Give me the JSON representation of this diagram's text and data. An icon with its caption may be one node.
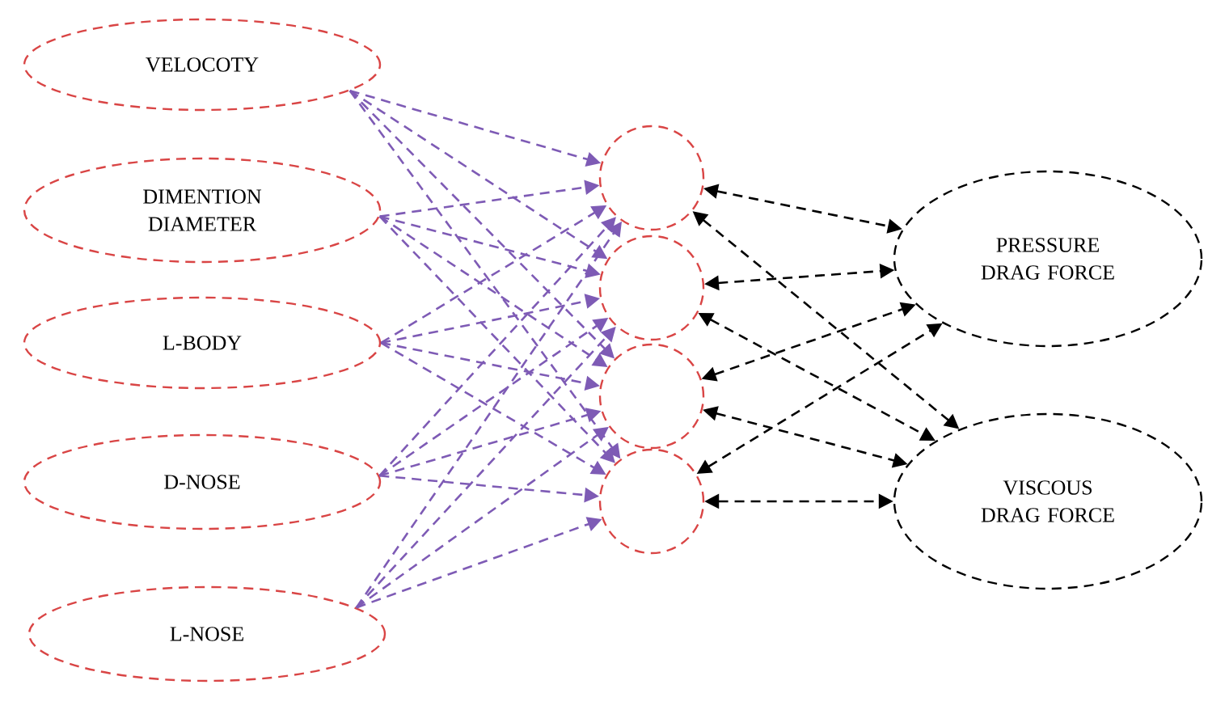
{
  "diagram": {
    "nodes": [
      {
        "text": [
          "VELOCOTY"
        ]
      },
      {
        "text": [
          "DIMENTION DIAMETER"
        ]
      },
      {
        "text": [
          "L-BODY"
        ]
      },
      {
        "text": [
          "D-NOSE"
        ]
      },
      {
        "text": [
          "L-NOSE"
        ]
      },
      {
        "text": [],
        "shape": "circle"
      },
      {
        "text": [],
        "shape": "circle"
      },
      {
        "text": [],
        "shape": "circle"
      },
      {
        "text": [],
        "shape": "circle"
      },
      {
        "text": [
          "PRESSURE DRAG FORCE"
        ]
      },
      {
        "text": [
          "VISCOUS DRAG FORCE"
        ]
      }
    ],
    "edges": [
      {
        "from": 0,
        "to": 5,
        "arrow": "to",
        "style": "dashed"
      },
      {
        "from": 0,
        "to": 6,
        "arrow": "to",
        "style": "dashed"
      },
      {
        "from": 0,
        "to": 7,
        "arrow": "to",
        "style": "dashed"
      },
      {
        "from": 0,
        "to": 8,
        "arrow": "to",
        "style": "dashed"
      },
      {
        "from": 1,
        "to": 5,
        "arrow": "to",
        "style": "dashed"
      },
      {
        "from": 1,
        "to": 6,
        "arrow": "to",
        "style": "dashed"
      },
      {
        "from": 1,
        "to": 7,
        "arrow": "to",
        "style": "dashed"
      },
      {
        "from": 1,
        "to": 8,
        "arrow": "to",
        "style": "dashed"
      },
      {
        "from": 2,
        "to": 5,
        "arrow": "to",
        "style": "dashed"
      },
      {
        "from": 2,
        "to": 6,
        "arrow": "to",
        "style": "dashed"
      },
      {
        "from": 2,
        "to": 7,
        "arrow": "to",
        "style": "dashed"
      },
      {
        "from": 2,
        "to": 8,
        "arrow": "to",
        "style": "dashed"
      },
      {
        "from": 3,
        "to": 5,
        "arrow": "to",
        "style": "dashed"
      },
      {
        "from": 3,
        "to": 6,
        "arrow": "to",
        "style": "dashed"
      },
      {
        "from": 3,
        "to": 7,
        "arrow": "to",
        "style": "dashed"
      },
      {
        "from": 3,
        "to": 8,
        "arrow": "to",
        "style": "dashed"
      },
      {
        "from": 4,
        "to": 5,
        "arrow": "to",
        "style": "dashed"
      },
      {
        "from": 4,
        "to": 6,
        "arrow": "to",
        "style": "dashed"
      },
      {
        "from": 4,
        "to": 7,
        "arrow": "to",
        "style": "dashed"
      },
      {
        "from": 4,
        "to": 8,
        "arrow": "to",
        "style": "dashed"
      },
      {
        "from": 5,
        "to": 9,
        "arrow": "both",
        "style": "dashed",
        "color": "#000000"
      },
      {
        "from": 5,
        "to": 10,
        "arrow": "both",
        "style": "dashed",
        "color": "#000000"
      },
      {
        "from": 6,
        "to": 9,
        "arrow": "both",
        "style": "dashed",
        "color": "#000000"
      },
      {
        "from": 6,
        "to": 10,
        "arrow": "both",
        "style": "dashed",
        "color": "#000000"
      },
      {
        "from": 7,
        "to": 9,
        "arrow": "both",
        "style": "dashed",
        "color": "#000000"
      },
      {
        "from": 7,
        "to": 10,
        "arrow": "both",
        "style": "dashed",
        "color": "#000000"
      },
      {
        "from": 8,
        "to": 9,
        "arrow": "both",
        "style": "dashed",
        "color": "#000000"
      },
      {
        "from": 8,
        "to": 10,
        "arrow": "both",
        "style": "dashed",
        "color": "#000000"
      }
    ]
  }
}
